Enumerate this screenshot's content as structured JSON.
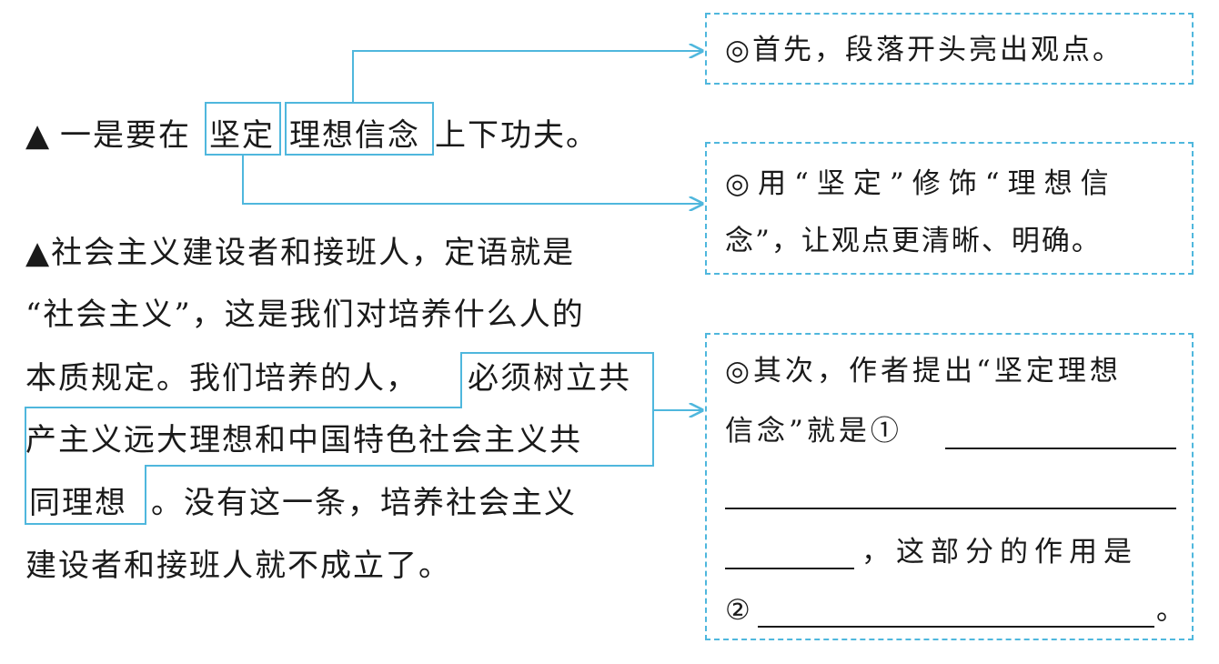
{
  "main": {
    "point1": {
      "marker": "▲",
      "before": "一是要在",
      "hl_a": "坚定",
      "hl_b": "理想信念",
      "after": "上下功夫。"
    },
    "point2": {
      "line1": "▲社会主义建设者和接班人，定语就是",
      "line2": "“社会主义”，这是我们对培养什么人的",
      "line3_a": "本质规定。我们培养的人，",
      "line3_b": "必须树立共",
      "line4": "产主义远大理想和中国特色社会主义共",
      "line5_a": "同理想",
      "line5_b": "。没有这一条，培养社会主义",
      "line6": "建设者和接班人就不成立了。"
    }
  },
  "notes": {
    "note1": "◎首先，段落开头亮出观点。",
    "note2_line1": "◎用“坚定”修饰“理想信",
    "note2_line2": "念”，让观点更清晰、明确。",
    "note3_line1": "◎其次，作者提出“坚定理想",
    "note3_line2": "信念”就是①",
    "note3_line4": "，这部分的作用是",
    "note3_line5_a": "②",
    "note3_line5_b": "。"
  },
  "colors": {
    "accent": "#4fb7dd",
    "text": "#1a1a1a"
  }
}
